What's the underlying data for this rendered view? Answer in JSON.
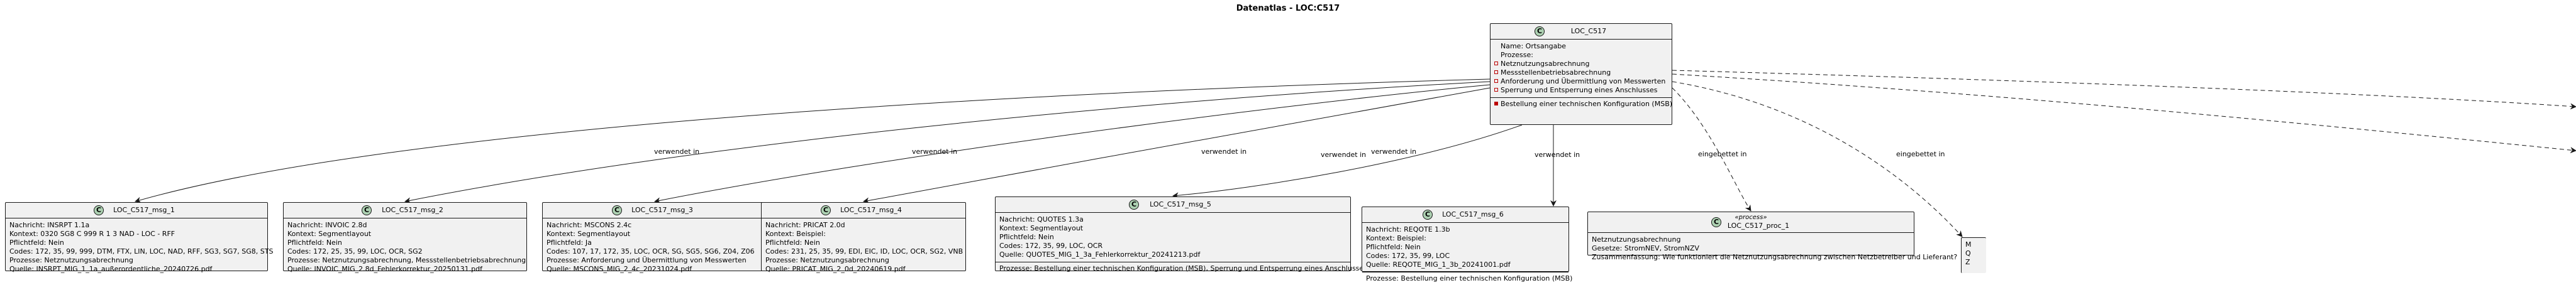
{
  "title": "Datenatlas - LOC:C517",
  "main": {
    "name": "LOC_C517",
    "attr_name": "Name: Ortsangabe",
    "attr_prozesse": "Prozesse:",
    "processes": [
      "Netznutzungsabrechnung",
      "Messstellenbetriebsabrechnung",
      "Anforderung und Übermittlung von Messwerten",
      "Sperrung und Entsperrung eines Anschlusses"
    ],
    "method": "Bestellung einer technischen Konfiguration (MSB)"
  },
  "edge_labels": {
    "uses": "verwendet in",
    "embedded": "eingebettet in"
  },
  "messages": [
    {
      "name": "LOC_C517_msg_1",
      "lines": [
        "Nachricht: INSRPT 1.1a",
        "Kontext: 0320   SG8   C   999   R   1   3   NAD - LOC - RFF",
        "Pflichtfeld: Nein",
        "Codes: 172, 35, 99, 999, DTM, FTX, LIN, LOC, NAD, RFF, SG3, SG7, SG8, STS",
        "Prozesse: Netznutzungsabrechnung",
        "Quelle: INSRPT_MIG_1_1a_außerordentliche_20240726.pdf"
      ],
      "footer": ""
    },
    {
      "name": "LOC_C517_msg_2",
      "lines": [
        "Nachricht: INVOIC 2.8d",
        "Kontext: Segmentlayout",
        "Pflichtfeld: Nein",
        "Codes: 172, 25, 35, 99, LOC, OCR, SG2",
        "Prozesse: Netznutzungsabrechnung, Messstellenbetriebsabrechnung",
        "Quelle: INVOIC_MIG_2.8d_Fehlerkorrektur_20250131.pdf"
      ],
      "footer": ""
    },
    {
      "name": "LOC_C517_msg_3",
      "lines": [
        "Nachricht: MSCONS 2.4c",
        "Kontext: Segmentlayout",
        "Pflichtfeld: Ja",
        "Codes: 107, 17, 172, 35, LOC, OCR, SG, SG5, SG6, Z04, Z06",
        "Prozesse: Anforderung und Übermittlung von Messwerten",
        "Quelle: MSCONS_MIG_2_4c_20231024.pdf"
      ],
      "footer": ""
    },
    {
      "name": "LOC_C517_msg_4",
      "lines": [
        "Nachricht: PRICAT 2.0d",
        "Kontext: Beispiel:",
        "Pflichtfeld: Nein",
        "Codes: 231, 25, 35, 99, EDI, EIC, ID, LOC, OCR, SG2, VNB",
        "Prozesse: Netznutzungsabrechnung",
        "Quelle: PRICAT_MIG_2_0d_20240619.pdf"
      ],
      "footer": ""
    },
    {
      "name": "LOC_C517_msg_5",
      "lines": [
        "Nachricht: QUOTES 1.3a",
        "Kontext: Segmentlayout",
        "Pflichtfeld: Nein",
        "Codes: 172, 35, 99, LOC, OCR",
        "Quelle: QUOTES_MIG_1_3a_Fehlerkorrektur_20241213.pdf"
      ],
      "footer": "Prozesse: Bestellung einer technischen Konfiguration (MSB), Sperrung und Entsperrung eines Anschlusses"
    },
    {
      "name": "LOC_C517_msg_6",
      "lines": [
        "Nachricht: REQOTE 1.3b",
        "Kontext: Beispiel:",
        "Pflichtfeld: Nein",
        "Codes: 172, 35, 99, LOC",
        "Quelle: REQOTE_MIG_1_3b_20241001.pdf"
      ],
      "footer": "Prozesse: Bestellung einer technischen Konfiguration (MSB)"
    }
  ],
  "proc": {
    "stereotype": "«process»",
    "name": "LOC_C517_proc_1",
    "lines": [
      "Netznutzungsabrechnung",
      "Gesetze: StromNEV, StromNZV",
      "Zusammenfassung: Wie funktioniert die Netznutzungsabrechnung zwischen Netzbetreiber und Lieferant?"
    ]
  },
  "cut_box": {
    "lines": [
      "M",
      "Q",
      "Z"
    ]
  }
}
